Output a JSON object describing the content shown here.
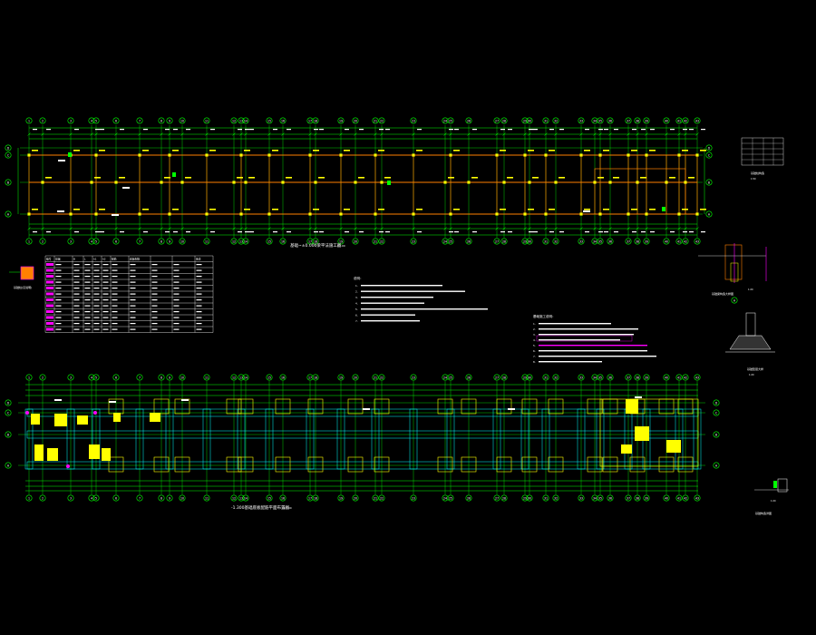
{
  "colors": {
    "background": "#000000",
    "axis_grid": "#00ff00",
    "beam": "#ff8000",
    "column": "#ffff00",
    "footing": "#00ffff",
    "dim_text": "#ffffff",
    "highlight": "#ff00ff"
  },
  "plan_top": {
    "axis_labels_top": [
      "1",
      "2",
      "3",
      "4",
      "5",
      "6",
      "7",
      "8",
      "9",
      "10",
      "11",
      "12",
      "13",
      "14",
      "15",
      "16",
      "17",
      "18",
      "19",
      "20",
      "21",
      "22",
      "23",
      "24",
      "25",
      "26",
      "27",
      "28",
      "29",
      "30",
      "31",
      "32",
      "33",
      "34",
      "35",
      "36",
      "37",
      "38",
      "39",
      "40",
      "41",
      "42",
      "43"
    ],
    "row_labels": [
      "D",
      "C",
      "B",
      "A"
    ],
    "title": "基础~±0.000梁平法施工图",
    "scale": "1:100"
  },
  "plan_bottom": {
    "title": "-1.300基础底板配筋平面布置图",
    "scale": "1:100"
  },
  "notes_center": {
    "title": "说明：",
    "lines": [
      "1.",
      "2.",
      "3.",
      "4.",
      "5.",
      "6.",
      "7."
    ]
  },
  "notes_right": {
    "title": "基础施工说明：",
    "lines": [
      "1.",
      "2.",
      "3.",
      "4.",
      "5.",
      "6.",
      "7.",
      "8."
    ]
  },
  "table_left": {
    "header": [
      "编号",
      "基础",
      "B",
      "L",
      "h1",
      "h2",
      "配筋",
      "底板配筋",
      "",
      "",
      "备注"
    ],
    "rows": 12
  },
  "detail_right_1": {
    "title": "基础柱构造",
    "scale": "1:50"
  },
  "detail_right_2": {
    "title": "基础梁构造大样图",
    "scale": "1:20"
  },
  "detail_right_3": {
    "title": "基础垫层大样",
    "scale": "1:20"
  },
  "detail_right_4": {
    "title": "基础构造详图",
    "scale": "1:20"
  },
  "legend_left": {
    "label": "基础柱(见说明)"
  }
}
